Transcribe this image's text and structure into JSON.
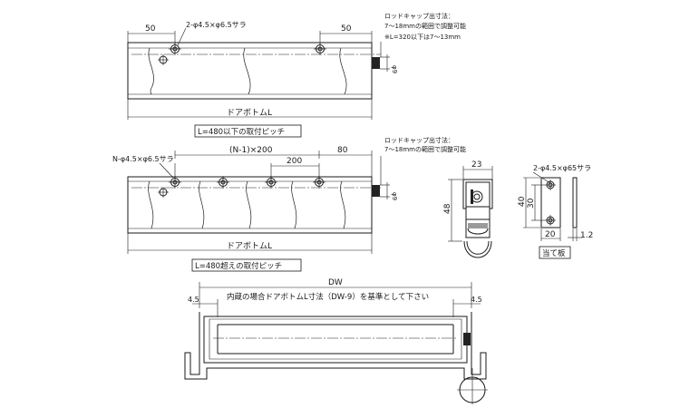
{
  "top_view": {
    "dim_left": "50",
    "dim_right": "50",
    "hole_note": "2-φ4.5×φ6.5サラ",
    "cap_note": [
      "ロッドキャップ出寸法：",
      "7～18mmの範囲で調整可能",
      "※L=320以下は7～13mm"
    ],
    "cap_dia": "φ9",
    "length_label": "ドアボトムL",
    "caption": "L=480以下の取付ピッチ"
  },
  "middle_view": {
    "hole_note": "N-φ4.5×φ6.5サラ",
    "pitch_formula": "(N-1)×200",
    "pitch": "200",
    "dim_right": "80",
    "cap_note": [
      "ロッドキャップ出寸法：",
      "7～18mmの範囲で調整可能"
    ],
    "cap_dia": "φ9",
    "length_label": "ドアボトムL",
    "caption": "L=480超えの取付ピッチ"
  },
  "section_view": {
    "width": "23",
    "height": "48"
  },
  "plate_view": {
    "hole_note": "2-φ4.5×φ65サラ",
    "height": "40",
    "pitch": "30",
    "width": "20",
    "thickness": "1.2",
    "caption": "当て板"
  },
  "bottom_view": {
    "dw": "DW",
    "note": "内蔵の場合ドアボトムL寸法（DW-9）を基準として下さい",
    "left_gap": "4.5",
    "right_gap": "4.5"
  }
}
